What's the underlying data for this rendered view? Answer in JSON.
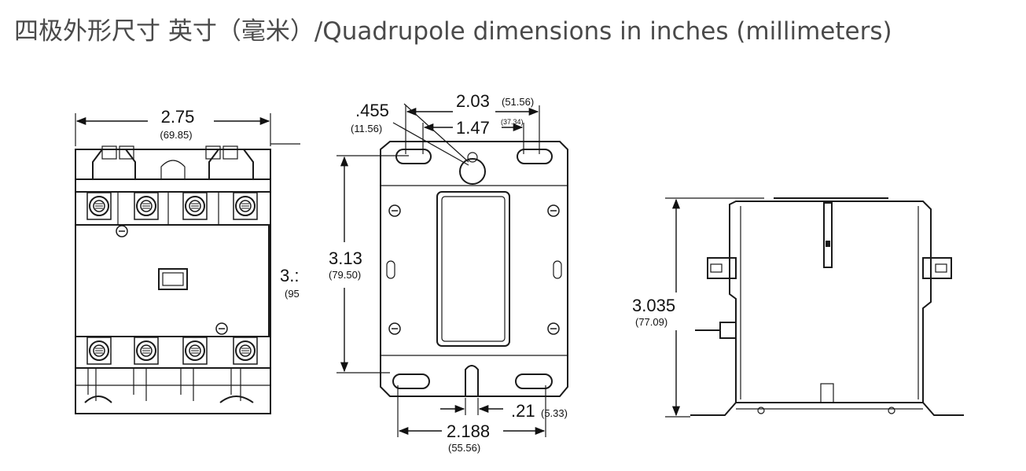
{
  "title": "四极外形尺寸  英寸（毫米）/Quadrupole dimensions in inches (millimeters)",
  "front_view": {
    "width_in": "2.75",
    "width_mm": "(69.85)",
    "height_in": "3.:",
    "height_mm": "(95"
  },
  "back_view": {
    "slot_offset_in": ".455",
    "slot_offset_mm": "(11.56)",
    "top_span_in": "2.03",
    "top_span_mm": "(51.56)",
    "inner_span_in": "1.47",
    "inner_span_mm": "(37.34)",
    "height_in": "3.13",
    "height_mm": "(79.50)",
    "slot_width_in": ".21",
    "slot_width_mm": "(5.33)",
    "bottom_span_in": "2.188",
    "bottom_span_mm": "(55.56)"
  },
  "side_view": {
    "height_in": "3.035",
    "height_mm": "(77.09)"
  }
}
